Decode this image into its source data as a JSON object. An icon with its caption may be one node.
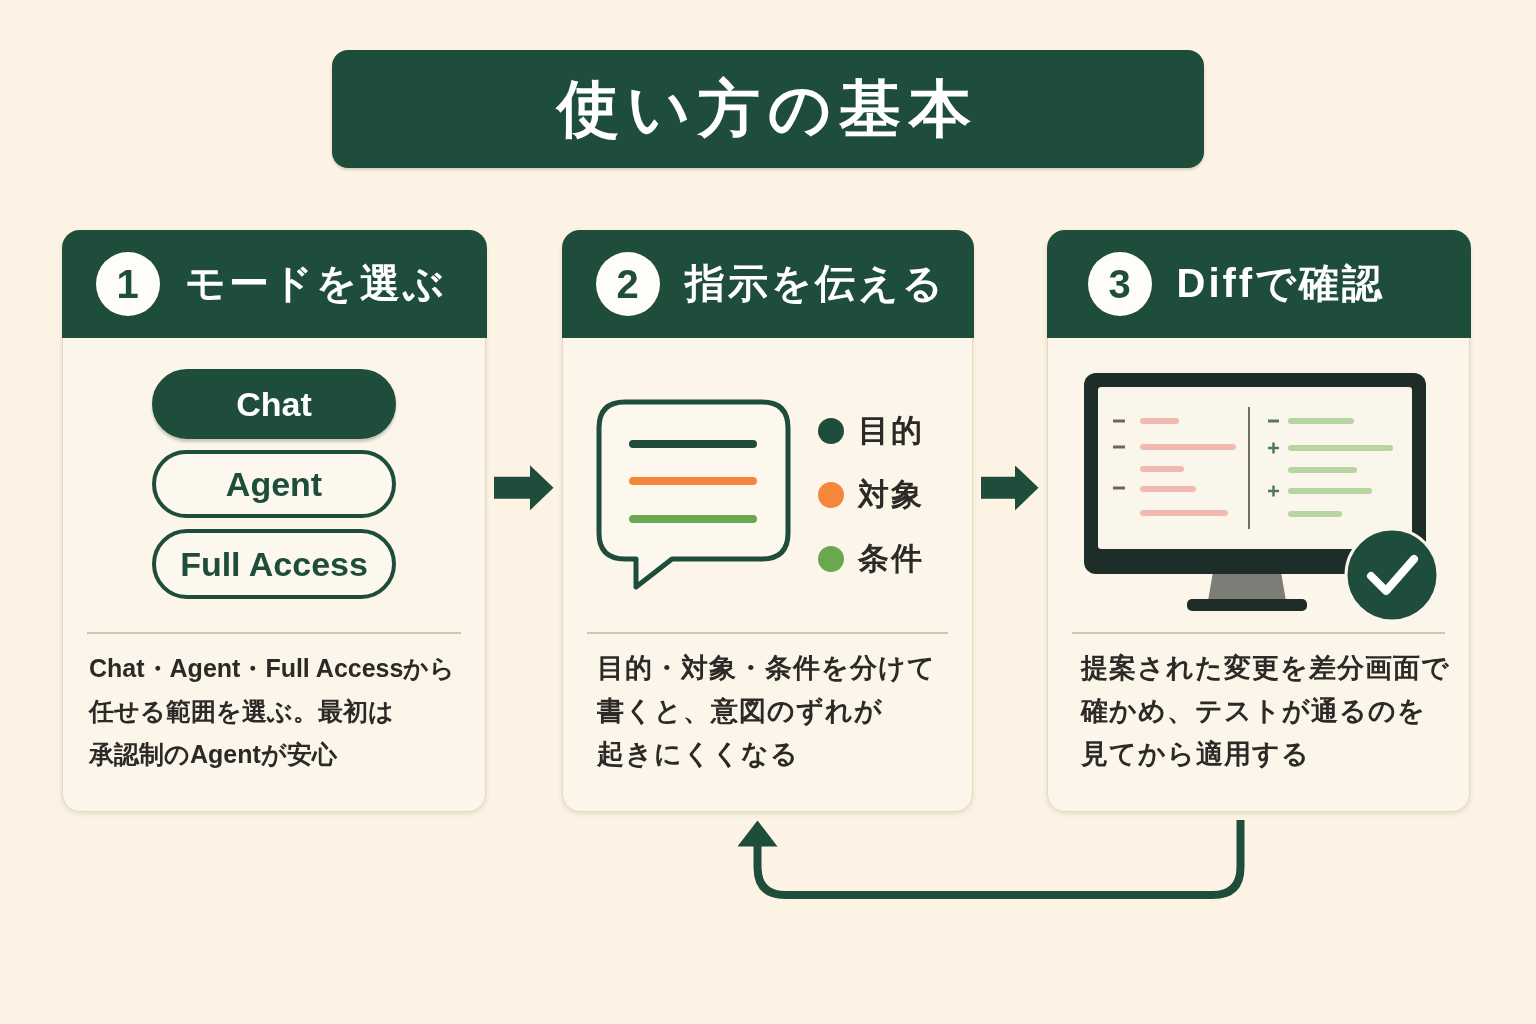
{
  "diagram": {
    "title": "使い方の基本",
    "nodes": [
      {
        "text": [
          "モードを選ぶ",
          "Chat・Agent・Full Accessから任せる範囲を選ぶ。最初は承認制のAgentが安心"
        ]
      },
      {
        "text": [
          "1"
        ],
        "in": 0
      },
      {
        "text": [
          "Chat"
        ],
        "in": 0
      },
      {
        "text": [
          "Agent"
        ],
        "in": 0
      },
      {
        "text": [
          "Full Access"
        ],
        "in": 0
      },
      {
        "text": [
          "指示を伝える",
          "目的・対象・条件を分けて書くと、意図のずれが起きにくくなる"
        ]
      },
      {
        "text": [
          "2"
        ],
        "in": 5
      },
      {
        "text": [
          "Diffで確認",
          "提案された変更を差分画面で確かめ、テストが通るのを見てから適用する"
        ]
      },
      {
        "text": [
          "3"
        ],
        "in": 7
      }
    ],
    "edges": [
      {
        "from": 0,
        "to": 5,
        "arrow": "to"
      },
      {
        "from": 5,
        "to": 7,
        "arrow": "to"
      },
      {
        "from": 7,
        "to": 5,
        "arrow": "to"
      }
    ],
    "legend": [
      {
        "text": "目的",
        "color": "#1f4d3b"
      },
      {
        "text": "対象",
        "color": "#f5873a"
      },
      {
        "text": "条件",
        "color": "#6aa84f"
      }
    ]
  }
}
